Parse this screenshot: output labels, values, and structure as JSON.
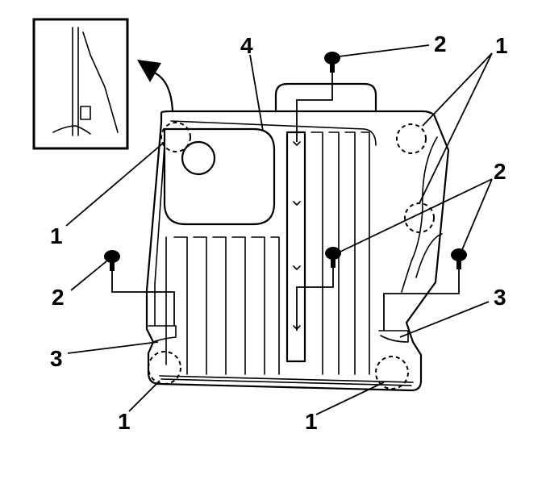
{
  "callouts": {
    "c1_left": "1",
    "c1_top_right": "1",
    "c1_bottom_left": "1",
    "c1_bottom_right": "1",
    "c2_top": "2",
    "c2_right": "2",
    "c2_left": "2",
    "c3_left": "3",
    "c3_right": "3",
    "c4_top": "4"
  },
  "icons": {
    "detail_inset": "clip-detail-inset",
    "rotate_arrow": "curved-arrow-icon",
    "fastener": "bolt-icon"
  }
}
